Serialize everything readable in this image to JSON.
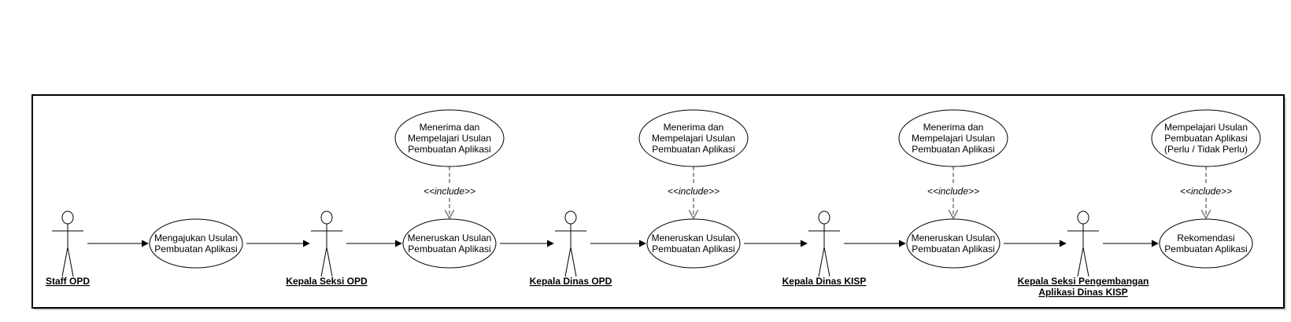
{
  "diagram": {
    "actors": [
      {
        "id": "staff-opd",
        "lines": [
          "Staff OPD"
        ]
      },
      {
        "id": "kepala-seksi-opd",
        "lines": [
          "Kepala Seksi OPD"
        ]
      },
      {
        "id": "kepala-dinas-opd",
        "lines": [
          "Kepala Dinas OPD"
        ]
      },
      {
        "id": "kepala-dinas-kisp",
        "lines": [
          "Kepala Dinas KISP"
        ]
      },
      {
        "id": "kepala-seksi-pengembangan",
        "lines": [
          "Kepala Seksi Pengembangan ",
          "Aplikasi Dinas KISP"
        ]
      }
    ],
    "use_cases": [
      {
        "id": "uc-mengajukan",
        "lines": [
          "Mengajukan Usulan",
          "Pembuatan Aplikasi"
        ]
      },
      {
        "id": "uc-meneruskan-1",
        "lines": [
          "Meneruskan Usulan",
          "Pembuatan Aplikasi"
        ]
      },
      {
        "id": "uc-meneruskan-2",
        "lines": [
          "Meneruskan Usulan",
          "Pembuatan Aplikasi"
        ]
      },
      {
        "id": "uc-meneruskan-3",
        "lines": [
          "Meneruskan Usulan",
          "Pembuatan Aplikasi"
        ]
      },
      {
        "id": "uc-rekomendasi",
        "lines": [
          "Rekomendasi",
          "Pembuatan Aplikasi"
        ]
      },
      {
        "id": "uc-menerima-1",
        "lines": [
          "Menerima dan",
          "Mempelajari Usulan",
          "Pembuatan Aplikasi"
        ]
      },
      {
        "id": "uc-menerima-2",
        "lines": [
          "Menerima dan",
          "Mempelajari Usulan",
          "Pembuatan Aplikasi"
        ]
      },
      {
        "id": "uc-menerima-3",
        "lines": [
          "Menerima dan",
          "Mempelajari Usulan",
          "Pembuatan Aplikasi"
        ]
      },
      {
        "id": "uc-mempelajari",
        "lines": [
          "Mempelajari Usulan",
          "Pembuatan Aplikasi",
          "(Perlu / Tidak Perlu)"
        ]
      }
    ],
    "include_label": "<<include>>",
    "associations": [
      [
        "staff-opd",
        "uc-mengajukan"
      ],
      [
        "uc-mengajukan",
        "kepala-seksi-opd"
      ],
      [
        "kepala-seksi-opd",
        "uc-meneruskan-1"
      ],
      [
        "uc-meneruskan-1",
        "kepala-dinas-opd"
      ],
      [
        "kepala-dinas-opd",
        "uc-meneruskan-2"
      ],
      [
        "uc-meneruskan-2",
        "kepala-dinas-kisp"
      ],
      [
        "kepala-dinas-kisp",
        "uc-meneruskan-3"
      ],
      [
        "uc-meneruskan-3",
        "kepala-seksi-pengembangan"
      ],
      [
        "kepala-seksi-pengembangan",
        "uc-rekomendasi"
      ]
    ],
    "includes": [
      [
        "uc-menerima-1",
        "uc-meneruskan-1"
      ],
      [
        "uc-menerima-2",
        "uc-meneruskan-2"
      ],
      [
        "uc-menerima-3",
        "uc-meneruskan-3"
      ],
      [
        "uc-mempelajari",
        "uc-rekomendasi"
      ]
    ],
    "colors": {
      "line": "#000000",
      "include_line": "#808080",
      "shadow": "#cfcfcf",
      "background": "#ffffff"
    }
  }
}
